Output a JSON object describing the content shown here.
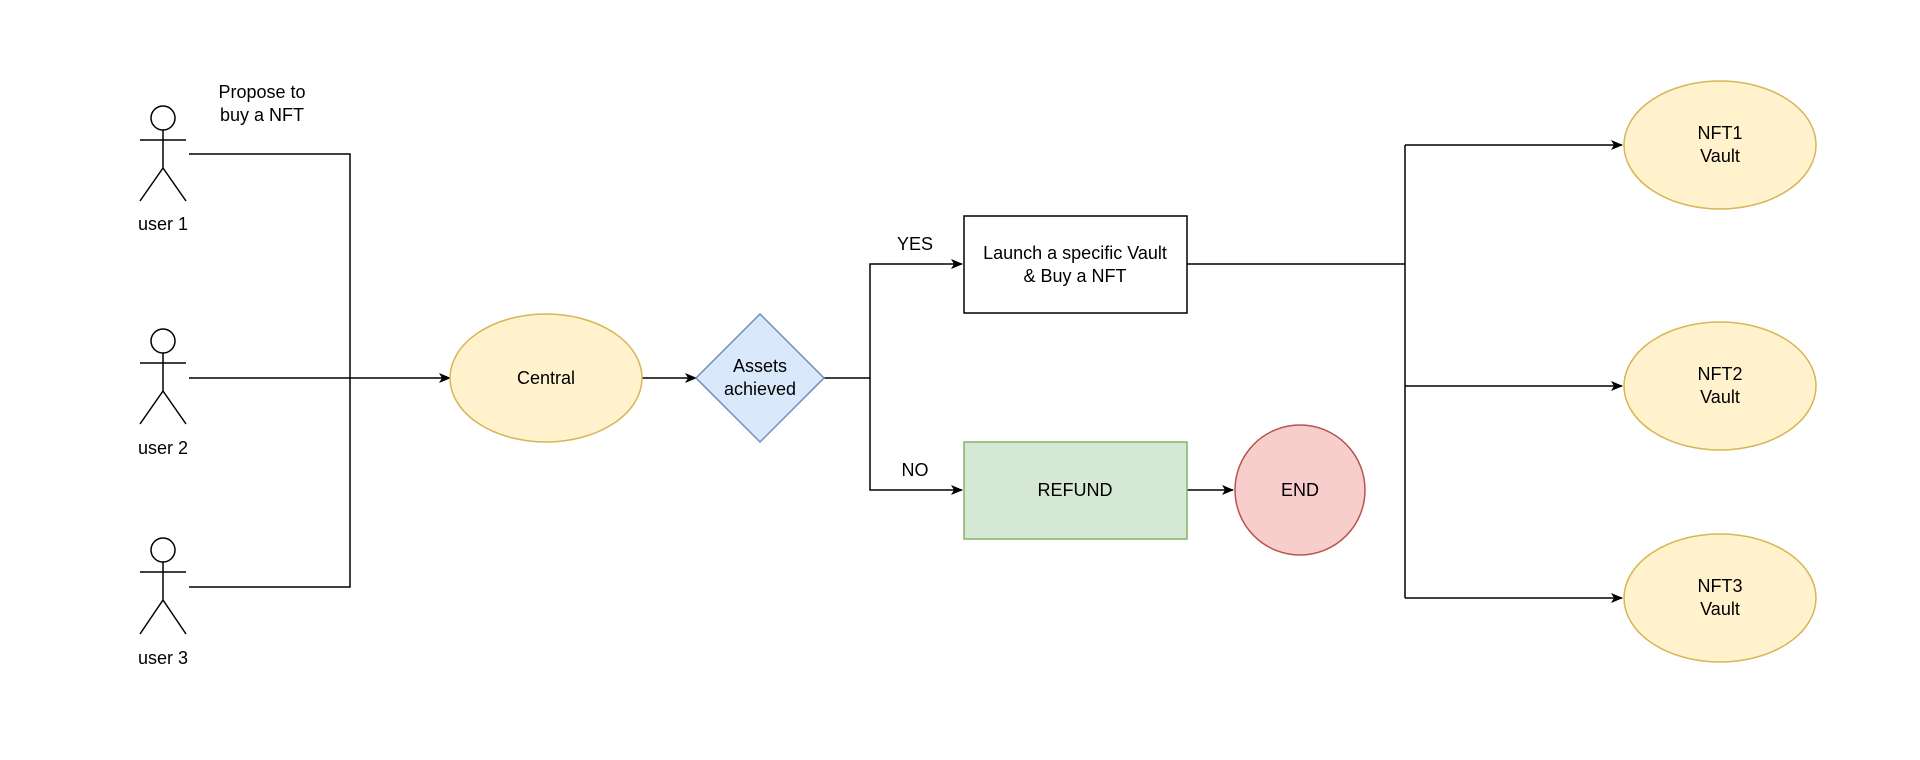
{
  "actors": [
    {
      "id": "user1",
      "label": "user 1"
    },
    {
      "id": "user2",
      "label": "user 2"
    },
    {
      "id": "user3",
      "label": "user 3"
    }
  ],
  "annotation": {
    "line1": "Propose to",
    "line2": "buy a NFT"
  },
  "central": {
    "label": "Central"
  },
  "decision": {
    "line1": "Assets",
    "line2": "achieved"
  },
  "yes_label": "YES",
  "no_label": "NO",
  "launch": {
    "line1": "Launch a specific Vault",
    "line2": "& Buy a NFT"
  },
  "refund": {
    "label": "REFUND"
  },
  "end": {
    "label": "END"
  },
  "vaults": [
    {
      "name": "NFT1",
      "sub": "Vault"
    },
    {
      "name": "NFT2",
      "sub": "Vault"
    },
    {
      "name": "NFT3",
      "sub": "Vault"
    }
  ],
  "colors": {
    "ellipse_fill": "#fff2cc",
    "ellipse_stroke": "#d6b656",
    "diamond_fill": "#dae8fc",
    "diamond_stroke": "#6c8ebf",
    "refund_fill": "#d5e8d4",
    "refund_stroke": "#82b366",
    "end_fill": "#f8cecc",
    "end_stroke": "#b85450",
    "line": "#000000"
  }
}
